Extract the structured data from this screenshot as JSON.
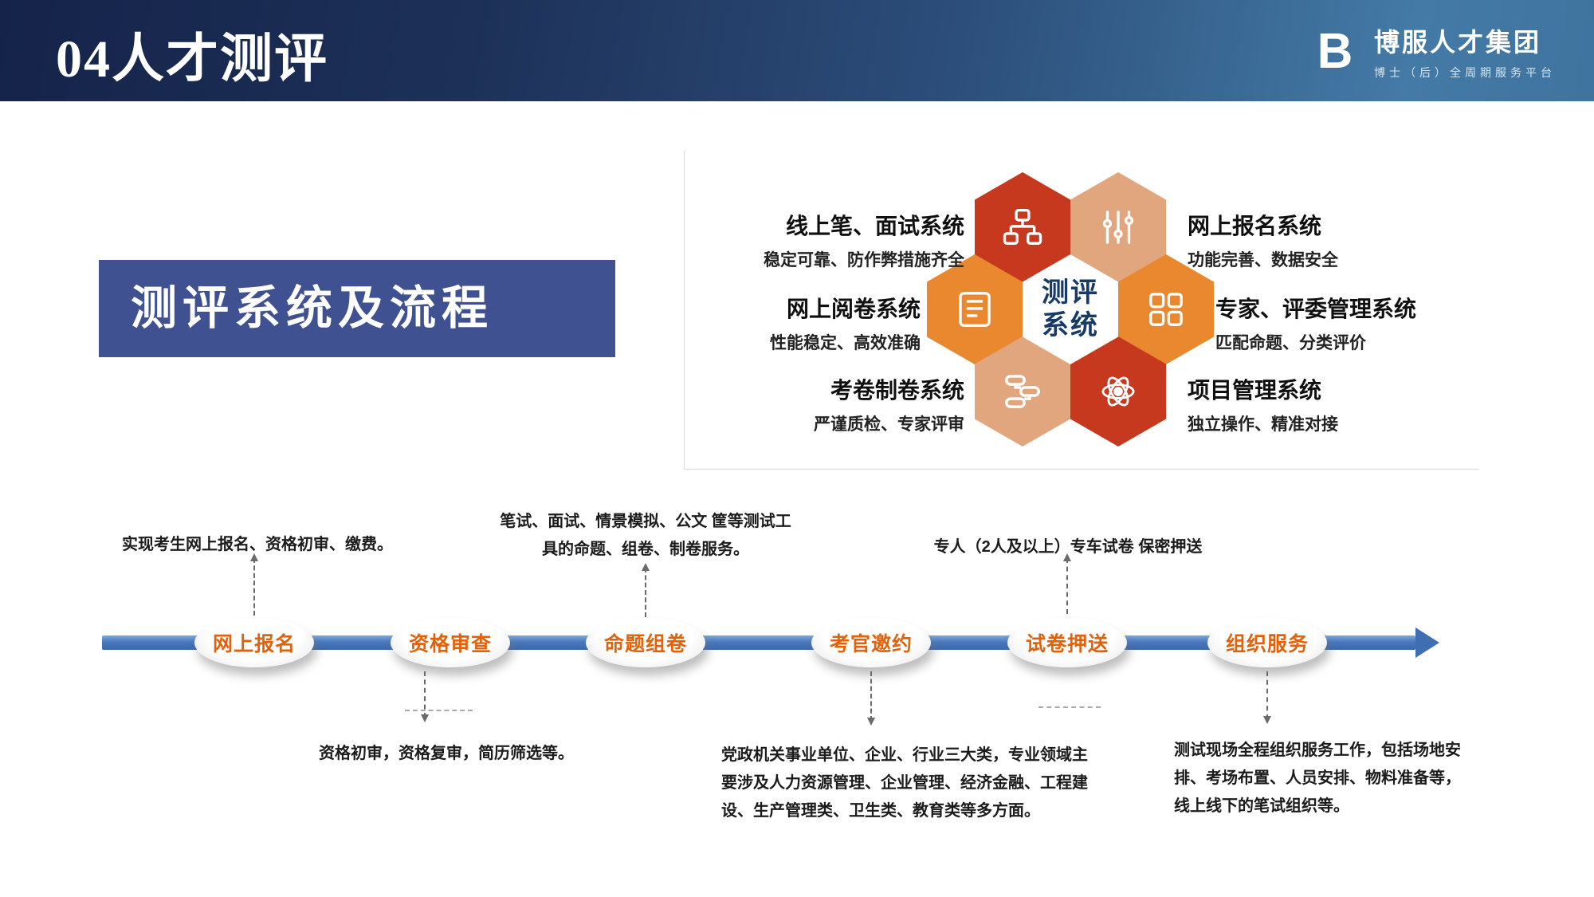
{
  "colors": {
    "header_gradient_start": "#15234a",
    "header_gradient_end": "#447aa6",
    "title_box_bg": "#3f5191",
    "hex_red": "#c6391f",
    "hex_orange": "#e9882e",
    "hex_tan": "#e2a67e",
    "center_hex_text": "#173a66",
    "node_label_color": "#e2620c",
    "timeline_blue": "#3f6eb3"
  },
  "header": {
    "title": "04人才测评",
    "logo": {
      "glyph": "B",
      "name": "博服人才集团",
      "subtitle": "博士（后）全周期服务平台"
    }
  },
  "section": {
    "title": "测评系统及流程"
  },
  "hex_diagram": {
    "center_line1": "测评",
    "center_line2": "系统",
    "items": [
      {
        "title": "线上笔、面试系统",
        "subtitle": "稳定可靠、防作弊措施齐全",
        "icon": "sitemap-icon",
        "color": "#c6391f"
      },
      {
        "title": "网上报名系统",
        "subtitle": "功能完善、数据安全",
        "icon": "sliders-icon",
        "color": "#e2a67e"
      },
      {
        "title": "网上阅卷系统",
        "subtitle": "性能稳定、高效准确",
        "icon": "document-lines-icon",
        "color": "#e9882e"
      },
      {
        "title": "专家、评委管理系统",
        "subtitle": "匹配命题、分类评价",
        "icon": "grid-icon",
        "color": "#e9882e"
      },
      {
        "title": "考卷制卷系统",
        "subtitle": "严谨质检、专家评审",
        "icon": "workflow-icon",
        "color": "#e2a67e"
      },
      {
        "title": "项目管理系统",
        "subtitle": "独立操作、精准对接",
        "icon": "atom-icon",
        "color": "#c6391f"
      }
    ]
  },
  "timeline": {
    "nodes": [
      {
        "label": "网上报名",
        "note": "实现考生网上报名、资格初审、缴费。",
        "note_position": "above"
      },
      {
        "label": "资格审查",
        "note": "资格初审，资格复审，简历筛选等。",
        "note_position": "below"
      },
      {
        "label": "命题组卷",
        "note": "笔试、面试、情景模拟、公文 筐等测试工具的命题、组卷、制卷服务。",
        "note_position": "above"
      },
      {
        "label": "考官邀约",
        "note": "党政机关事业单位、企业、行业三大类，专业领域主要涉及人力资源管理、企业管理、经济金融、工程建设、生产管理类、卫生类、教育类等多方面。",
        "note_position": "below"
      },
      {
        "label": "试卷押送",
        "note": "专人（2人及以上）专车试卷 保密押送",
        "note_position": "above"
      },
      {
        "label": "组织服务",
        "note": "测试现场全程组织服务工作，包括场地安排、考场布置、人员安排、物料准备等，线上线下的笔试组织等。",
        "note_position": "below"
      }
    ]
  }
}
